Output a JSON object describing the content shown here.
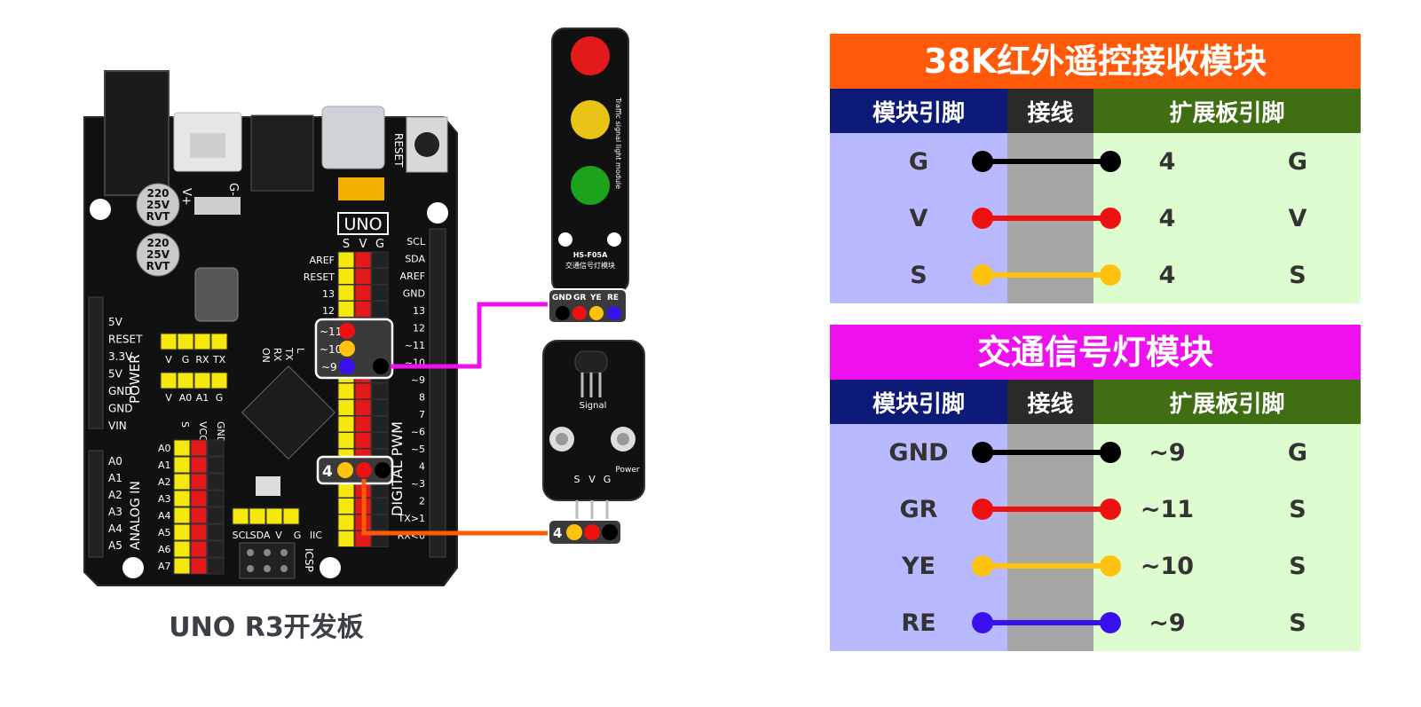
{
  "board": {
    "caption": "UNO R3开发板",
    "uno_label": "UNO",
    "power_labels": [
      "5V",
      "RESET",
      "3.3V",
      "5V",
      "GND",
      "GND",
      "VIN"
    ],
    "power_title": "POWER",
    "analog_labels": [
      "A0",
      "A1",
      "A2",
      "A3",
      "A4",
      "A5"
    ],
    "analog_title": "ANALOG IN",
    "analog_inner": [
      "A0",
      "A1",
      "A2",
      "A3",
      "A4",
      "A5",
      "A6",
      "A7"
    ],
    "svg_header": [
      "S",
      "V",
      "G"
    ],
    "right_labels": [
      "SCL",
      "SDA",
      "AREF",
      "GND",
      "13",
      "12",
      "~11",
      "~10",
      "~9",
      "8",
      "7",
      "~6",
      "~5",
      "4",
      "~3",
      "2",
      "TX>1",
      "RX<0"
    ],
    "digital_title": "DIGITAL PWM",
    "left_pins": [
      "AREF",
      "RESET",
      "13",
      "12"
    ],
    "pin_tags": {
      "p11": "~11",
      "p10": "~10",
      "p9": "~9",
      "p4": "4"
    },
    "top_small": [
      "V+",
      "G-",
      "RESET"
    ],
    "cap": [
      "220",
      "25V",
      "RVT"
    ],
    "mini_labels": [
      "V",
      "G",
      "RX",
      "TX",
      "V",
      "A0",
      "A1",
      "G"
    ],
    "iic_labels": [
      "SCL",
      "SDA",
      "V",
      "G",
      "IIC"
    ],
    "icsp": "ICSP",
    "svcc": [
      "S",
      "VCC",
      "GND"
    ],
    "txrx": [
      "ON",
      "RX",
      "TX",
      "L"
    ]
  },
  "traffic_module": {
    "side_text": "Traffic signal light module",
    "model": "HS-F05A",
    "name": "交通信号灯模块",
    "pins": [
      "GND",
      "GR",
      "YE",
      "RE"
    ]
  },
  "ir_module": {
    "signal": "Signal",
    "power": "Power",
    "pins": [
      "S",
      "V",
      "G"
    ],
    "tag": "4"
  },
  "tables": [
    {
      "title": "38K红外遥控接收模块",
      "title_color": "#ff5a0a",
      "headers": [
        "模块引脚",
        "接线",
        "扩展板引脚"
      ],
      "rows": [
        {
          "pin": "G",
          "num": "4",
          "label": "G",
          "color": "#000000"
        },
        {
          "pin": "V",
          "num": "4",
          "label": "V",
          "color": "#ee1111"
        },
        {
          "pin": "S",
          "num": "4",
          "label": "S",
          "color": "#ffc20e"
        }
      ]
    },
    {
      "title": "交通信号灯模块",
      "title_color": "#ee11ee",
      "headers": [
        "模块引脚",
        "接线",
        "扩展板引脚"
      ],
      "rows": [
        {
          "pin": "GND",
          "num": "~9",
          "label": "G",
          "color": "#000000"
        },
        {
          "pin": "GR",
          "num": "~11",
          "label": "S",
          "color": "#ee1111"
        },
        {
          "pin": "YE",
          "num": "~10",
          "label": "S",
          "color": "#ffc20e"
        },
        {
          "pin": "RE",
          "num": "~9",
          "label": "S",
          "color": "#3a10ee"
        }
      ]
    }
  ]
}
